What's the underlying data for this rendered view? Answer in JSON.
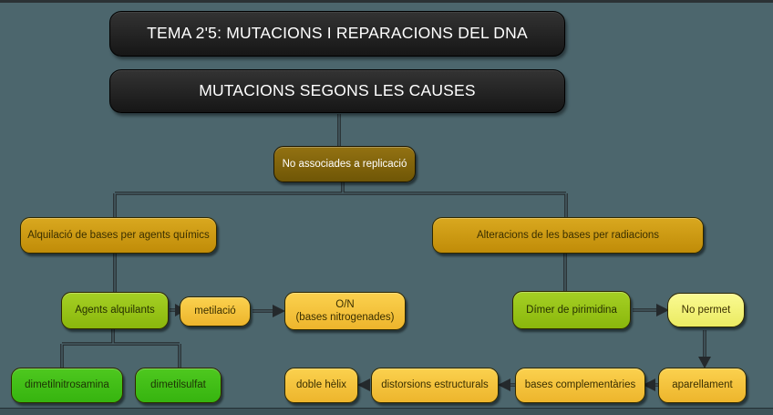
{
  "app": {
    "background_color": "#4c666d",
    "connector_color": "#24292c"
  },
  "titles": {
    "main": "TEMA 2'5: MUTACIONS I REPARACIONS DEL DNA",
    "sub": "MUTACIONS SEGONS LES CAUSES"
  },
  "nodes": {
    "no_associades": {
      "label": "No associades a replicació",
      "color": "#8f6f0c"
    },
    "alquilacio": {
      "label": "Alquilació de bases per agents químics",
      "color": "#cf9a10"
    },
    "alteracions": {
      "label": "Alteracions de les bases per radiacions",
      "color": "#cf9a10"
    },
    "agents_alquilants": {
      "label": "Agents alquilants",
      "color": "#9ac41c"
    },
    "metilacio": {
      "label": "metilació",
      "color": "#f5c43a"
    },
    "on_bases": {
      "line1": "O/N",
      "line2": "(bases nitrogenades)",
      "color": "#f5c43a"
    },
    "dimer": {
      "label": "Dímer de pirimidina",
      "color": "#9ac41c"
    },
    "no_permet": {
      "label": "No permet",
      "color": "#f7f77c"
    },
    "dimetilnitrosamina": {
      "label": "dimetilnitrosamina",
      "color": "#44c019"
    },
    "dimetilsulfat": {
      "label": "dimetilsulfat",
      "color": "#44c019"
    },
    "doble_helix": {
      "label": "doble hèlix",
      "color": "#f5c43a"
    },
    "distorsions": {
      "label": "distorsions estructurals",
      "color": "#f5c43a"
    },
    "bases_complementaries": {
      "label": "bases complementàries",
      "color": "#f5c43a"
    },
    "aparellament": {
      "label": "aparellament",
      "color": "#f5c43a"
    }
  }
}
